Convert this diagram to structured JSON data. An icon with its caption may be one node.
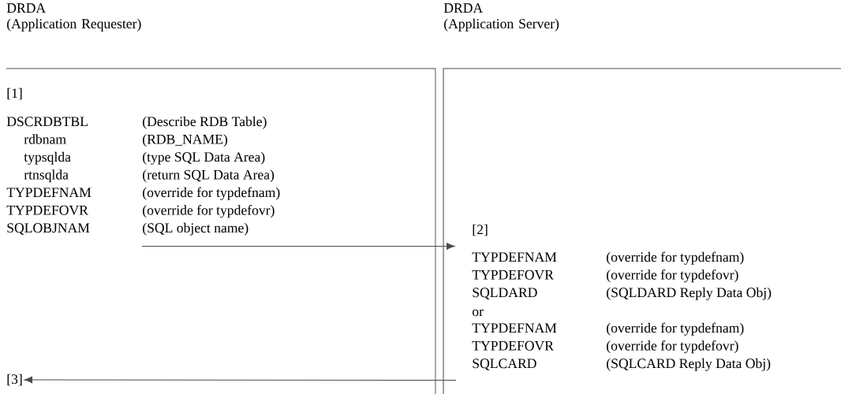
{
  "diagram": {
    "nodes": [
      {
        "text": [
          "DRDA (Application Requester)"
        ]
      },
      {
        "text": [
          "DRDA (Application Server)"
        ]
      },
      {
        "text": [
          "[1]",
          "DSCRDBTBL",
          "(Describe RDB Table)",
          "rdbnam",
          "(RDB_NAME)",
          "typsqlda",
          "(type SQL Data Area)",
          "rtnsqlda",
          "(return SQL Data Area)",
          "TYPDEFNAM",
          "(override for typdefnam)",
          "TYPDEFOVR",
          "(override for typdefovr)",
          "SQLOBJNAM",
          "(SQL object name)"
        ],
        "in": 0
      },
      {
        "text": [
          "[2]",
          "TYPDEFNAM",
          "(override for typdefnam)",
          "TYPDEFOVR",
          "(override for typdefovr)",
          "SQLDARD",
          "(SQLDARD Reply Data Obj)",
          "or",
          "TYPDEFNAM",
          "(override for typdefnam)",
          "TYPDEFOVR",
          "(override for typdefovr)",
          "SQLCARD",
          "(SQLCARD Reply Data Obj)"
        ],
        "in": 1
      },
      {
        "text": [
          "[3]"
        ],
        "in": 0
      }
    ],
    "edges": [
      {
        "from": 2,
        "to": 3,
        "arrow": "to"
      },
      {
        "from": 3,
        "to": 4,
        "arrow": "to"
      }
    ]
  }
}
